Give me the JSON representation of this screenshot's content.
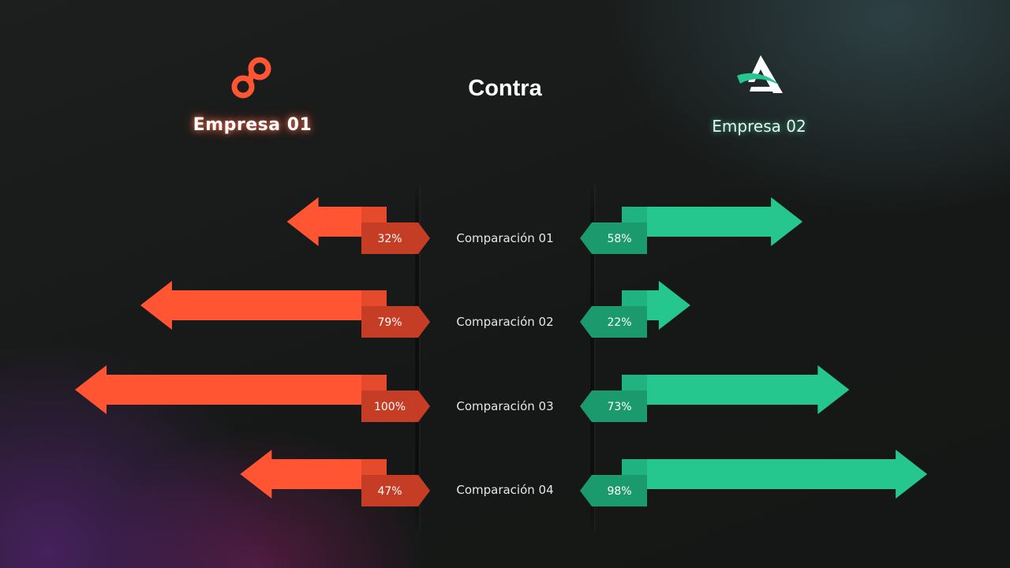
{
  "title": "Contra",
  "companies": {
    "left": "Empresa 01",
    "right": "Empresa 02"
  },
  "colors": {
    "left": "#ff5533",
    "left_dark": "#c63d25",
    "right": "#25c78f",
    "right_dark": "#1b9a6e"
  },
  "icons": {
    "left_logo": "infinity-loop-logo-icon",
    "right_logo": "letter-a-swoosh-logo-icon"
  },
  "chart_data": {
    "type": "bar",
    "categories": [
      "Comparación 01",
      "Comparación 02",
      "Comparación 03",
      "Comparación 04"
    ],
    "series": [
      {
        "name": "Empresa 01",
        "values": [
          32,
          79,
          100,
          47
        ],
        "labels": [
          "32%",
          "79%",
          "100%",
          "47%"
        ]
      },
      {
        "name": "Empresa 02",
        "values": [
          58,
          22,
          73,
          98
        ],
        "labels": [
          "58%",
          "22%",
          "73%",
          "98%"
        ]
      }
    ],
    "ylim": [
      0,
      100
    ]
  }
}
